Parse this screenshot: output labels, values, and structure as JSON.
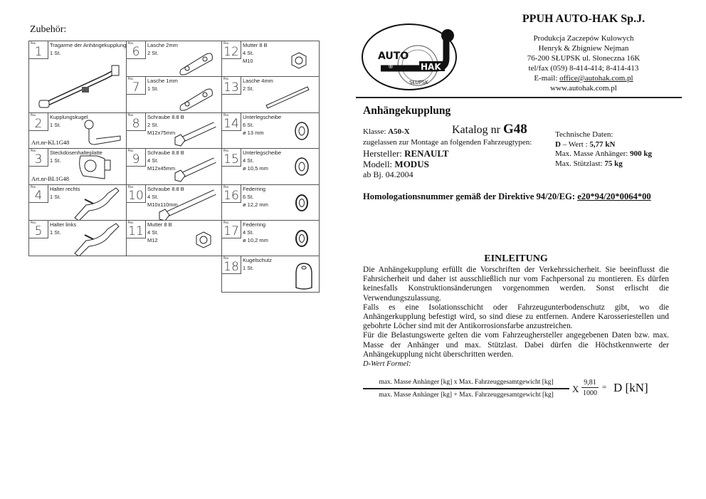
{
  "accessories_heading": "Zubehör:",
  "parts": [
    {
      "pos": "1",
      "name": "Tragarme der Anhängekupplung",
      "qty": "1 St.",
      "spec": "",
      "icon": "tow-bar-arm-icon"
    },
    {
      "pos": "6",
      "name": "Lasche 2mm",
      "qty": "2 St.",
      "spec": "",
      "icon": "plate-icon"
    },
    {
      "pos": "12",
      "name": "Mutter 8   B",
      "qty": "4 St.",
      "spec": "M10",
      "icon": "nut-icon"
    },
    {
      "pos": "7",
      "name": "Lasche 1mm",
      "qty": "1 St.",
      "spec": "",
      "icon": "plate-icon"
    },
    {
      "pos": "13",
      "name": "Lasche 4mm",
      "qty": "2 St.",
      "spec": "",
      "icon": "long-plate-icon"
    },
    {
      "pos": "2",
      "name": "Kupplungskugel",
      "qty": "1 St.",
      "spec": "",
      "art": "Art.nr-KL1G48",
      "icon": "tow-ball-icon"
    },
    {
      "pos": "8",
      "name": "Schraube 8.8   B",
      "qty": "2 St.",
      "spec": "M12x75mm",
      "icon": "bolt-icon"
    },
    {
      "pos": "14",
      "name": "Unterlegscheibe",
      "qty": "6 St.",
      "spec": "ø 13 mm",
      "icon": "washer-icon"
    },
    {
      "pos": "3",
      "name": "Steckdosenhalteplatte",
      "qty": "1 St.",
      "spec": "",
      "art": "Art.nr-BL1G48",
      "icon": "socket-plate-icon"
    },
    {
      "pos": "9",
      "name": "Schraube 8.8   B",
      "qty": "4 St.",
      "spec": "M12x45mm",
      "icon": "bolt-icon"
    },
    {
      "pos": "15",
      "name": "Unterlegscheibe",
      "qty": "4 St.",
      "spec": "ø 10,5 mm",
      "icon": "washer-icon"
    },
    {
      "pos": "4",
      "name": "Halter rechts",
      "qty": "1 St.",
      "spec": "",
      "icon": "bracket-icon"
    },
    {
      "pos": "10",
      "name": "Schraube 8.8   B",
      "qty": "4 St.",
      "spec": "M10x110mm",
      "icon": "long-bolt-icon"
    },
    {
      "pos": "16",
      "name": "Federring",
      "qty": "6 St.",
      "spec": "ø 12,2 mm",
      "icon": "spring-washer-icon"
    },
    {
      "pos": "5",
      "name": "Halter links",
      "qty": "1 St.",
      "spec": "",
      "icon": "bracket-icon"
    },
    {
      "pos": "11",
      "name": "Mutter 8   B",
      "qty": "4 St.",
      "spec": "M12",
      "icon": "nut-icon"
    },
    {
      "pos": "17",
      "name": "Federring",
      "qty": "4 St.",
      "spec": "ø 10,2 mm",
      "icon": "spring-washer-icon"
    },
    {
      "pos": "18",
      "name": "Kugelschutz",
      "qty": "1 St.",
      "spec": "",
      "icon": "ball-cover-icon"
    }
  ],
  "company": {
    "name": "PPUH  AUTO-HAK Sp.J.",
    "logo_text": [
      "AUTO",
      "HAK",
      "SŁUPSK",
      "®"
    ],
    "lines": [
      "Produkcja Zaczepów Kulowych",
      "Henryk & Zbigniew Nejman",
      "76-200 SŁUPSK  ul. Słoneczna 16K",
      "tel/fax  (059) 8-414-414; 8-414-413"
    ],
    "email_label": "E-mail: ",
    "email": "office@autohak.com.pl",
    "website": "www.autohak.com.pl"
  },
  "product": {
    "title": "Anhängekupplung",
    "klasse_label": "Klasse: ",
    "klasse": "A50-X",
    "katalog_label": "Katalog nr ",
    "katalog": "G48",
    "approved_text": "zugelassen zur Montage an folgenden Fahrzeugtypen:",
    "hersteller_label": "Hersteller: ",
    "hersteller": "RENAULT",
    "modell_label": "Modell: ",
    "modell": "MODUS",
    "year": "ab Bj. 04.2004",
    "tech_title": "Technische Daten:",
    "d_label": "D",
    "d_text": " – Wert : ",
    "d_value": "5,77 kN",
    "mass_label": "Max. Masse Anhänger: ",
    "mass_value": "900 kg",
    "load_label": "Max. Stützlast: ",
    "load_value": "75 kg",
    "homologation_label": "Homologationsnummer gemäß der Direktive 94/20/EG: ",
    "homologation_value": "e20*94/20*0064*00"
  },
  "intro": {
    "heading": "EINLEITUNG",
    "p1": "Die Anhängekupplung erfüllt die Vorschriften der Verkehrssicherheit. Sie beeinflusst die Fahrsicherheit und daher ist ausschließlich nur vom Fachpersonal zu montieren. Es dürfen keinesfalls Konstruktionsänderungen vorgenommen werden. Sonst erlischt die Verwendungszulassung.",
    "p2": "Falls es eine Isolationsschicht oder Fahrzeugunterbodenschutz  gibt, wo die Anhängerkupplung befestigt wird, so sind diese zu entfernen. Andere Karosseriestellen und gebohrte Löcher sind mit der Antikorrosionsfarbe anzustreichen.",
    "p3": "Für die Belastungswerte gelten die vom Fahrzeughersteller angegebenen Daten bzw. max. Masse der Anhänger und max. Stützlast. Dabei dürfen die Höchstkennwerte der Anhängekupplung nicht überschritten werden.",
    "formula_label": "D-Wert Formel:",
    "numerator": "max. Masse Anhänger [kg] x Max. Fahrzeuggesamtgewicht [kg]",
    "denominator": "max. Masse Anhänger [kg] + Max. Fahrzeuggesamtgewicht [kg]",
    "times": "X",
    "factor_num": "9,81",
    "factor_den": "1000",
    "equals": "=",
    "result": "D [kN]"
  }
}
